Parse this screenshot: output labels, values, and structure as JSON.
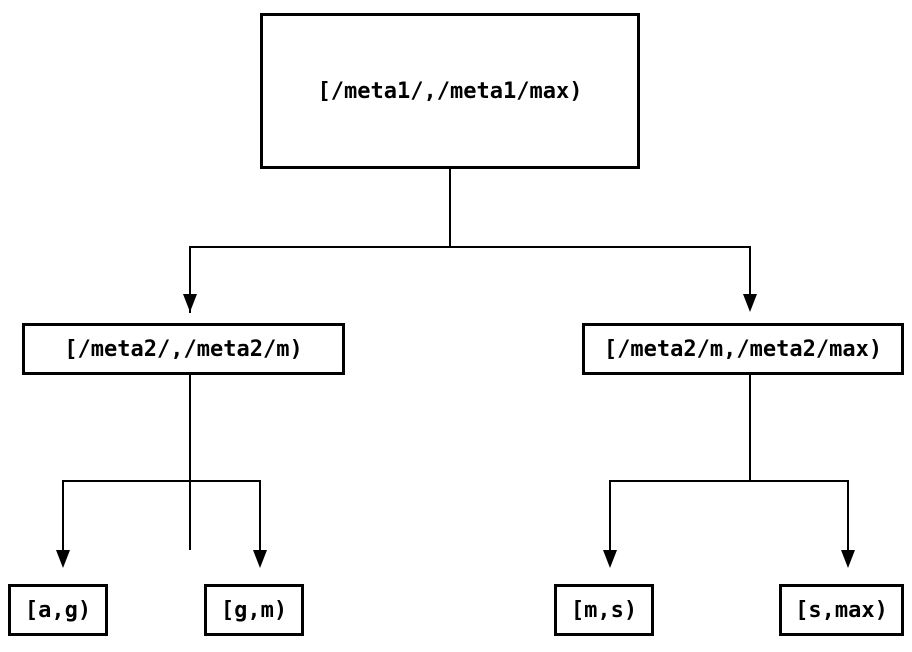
{
  "canvas": {
    "background_color": "#ffffff",
    "line_color": "#000000",
    "box_border_color": "#000000",
    "text_color": "#000000"
  },
  "tree": {
    "root": {
      "id": "root",
      "label": "[/meta1/,/meta1/max)"
    },
    "level2": [
      {
        "id": "meta2-left",
        "label": "[/meta2/,/meta2/m)"
      },
      {
        "id": "meta2-right",
        "label": "[/meta2/m,/meta2/max)"
      }
    ],
    "leaves": [
      {
        "id": "leaf-ag",
        "label": "[a,g)"
      },
      {
        "id": "leaf-gm",
        "label": "[g,m)"
      },
      {
        "id": "leaf-ms",
        "label": "[m,s)"
      },
      {
        "id": "leaf-smax",
        "label": "[s,max)"
      }
    ],
    "edges": [
      {
        "from": "root",
        "to": "meta2-left"
      },
      {
        "from": "root",
        "to": "meta2-right"
      },
      {
        "from": "meta2-left",
        "to": "leaf-ag"
      },
      {
        "from": "meta2-left",
        "to": "leaf-gm"
      },
      {
        "from": "meta2-right",
        "to": "leaf-ms"
      },
      {
        "from": "meta2-right",
        "to": "leaf-smax"
      }
    ]
  }
}
